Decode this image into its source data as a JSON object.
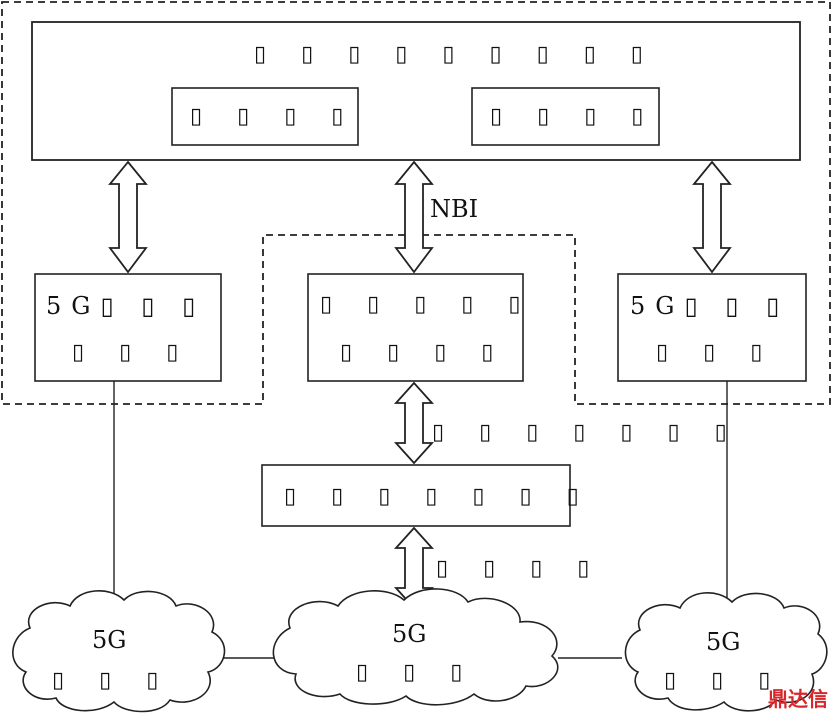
{
  "diagram": {
    "top_box": {
      "title": "▯ ▯ ▯ ▯ ▯ ▯ ▯ ▯ ▯",
      "left_sub": "▯ ▯ ▯ ▯",
      "right_sub": "▯ ▯ ▯ ▯"
    },
    "nbi_label": "NBI",
    "left_mid": {
      "line1": "5G▯ ▯ ▯",
      "line2": "▯ ▯ ▯"
    },
    "center_mid": {
      "line1": "▯ ▯ ▯ ▯ ▯",
      "line2": "▯ ▯ ▯ ▯"
    },
    "right_mid": {
      "line1": "5G▯ ▯ ▯",
      "line2": "▯ ▯ ▯"
    },
    "interface_label_1": "▯ ▯ ▯ ▯ ▯ ▯ ▯",
    "lower_box": {
      "label": "▯ ▯ ▯ ▯ ▯ ▯ ▯"
    },
    "interface_label_2": "▯ ▯ ▯ ▯",
    "clouds": [
      {
        "line1": "5G",
        "line2": "▯ ▯ ▯"
      },
      {
        "line1": "5G",
        "line2": "▯ ▯ ▯"
      },
      {
        "line1": "5G",
        "line2": "▯ ▯ ▯"
      }
    ],
    "watermark": "鼎达信"
  },
  "colors": {
    "stroke": "#222222",
    "watermark": "#d8262b"
  }
}
